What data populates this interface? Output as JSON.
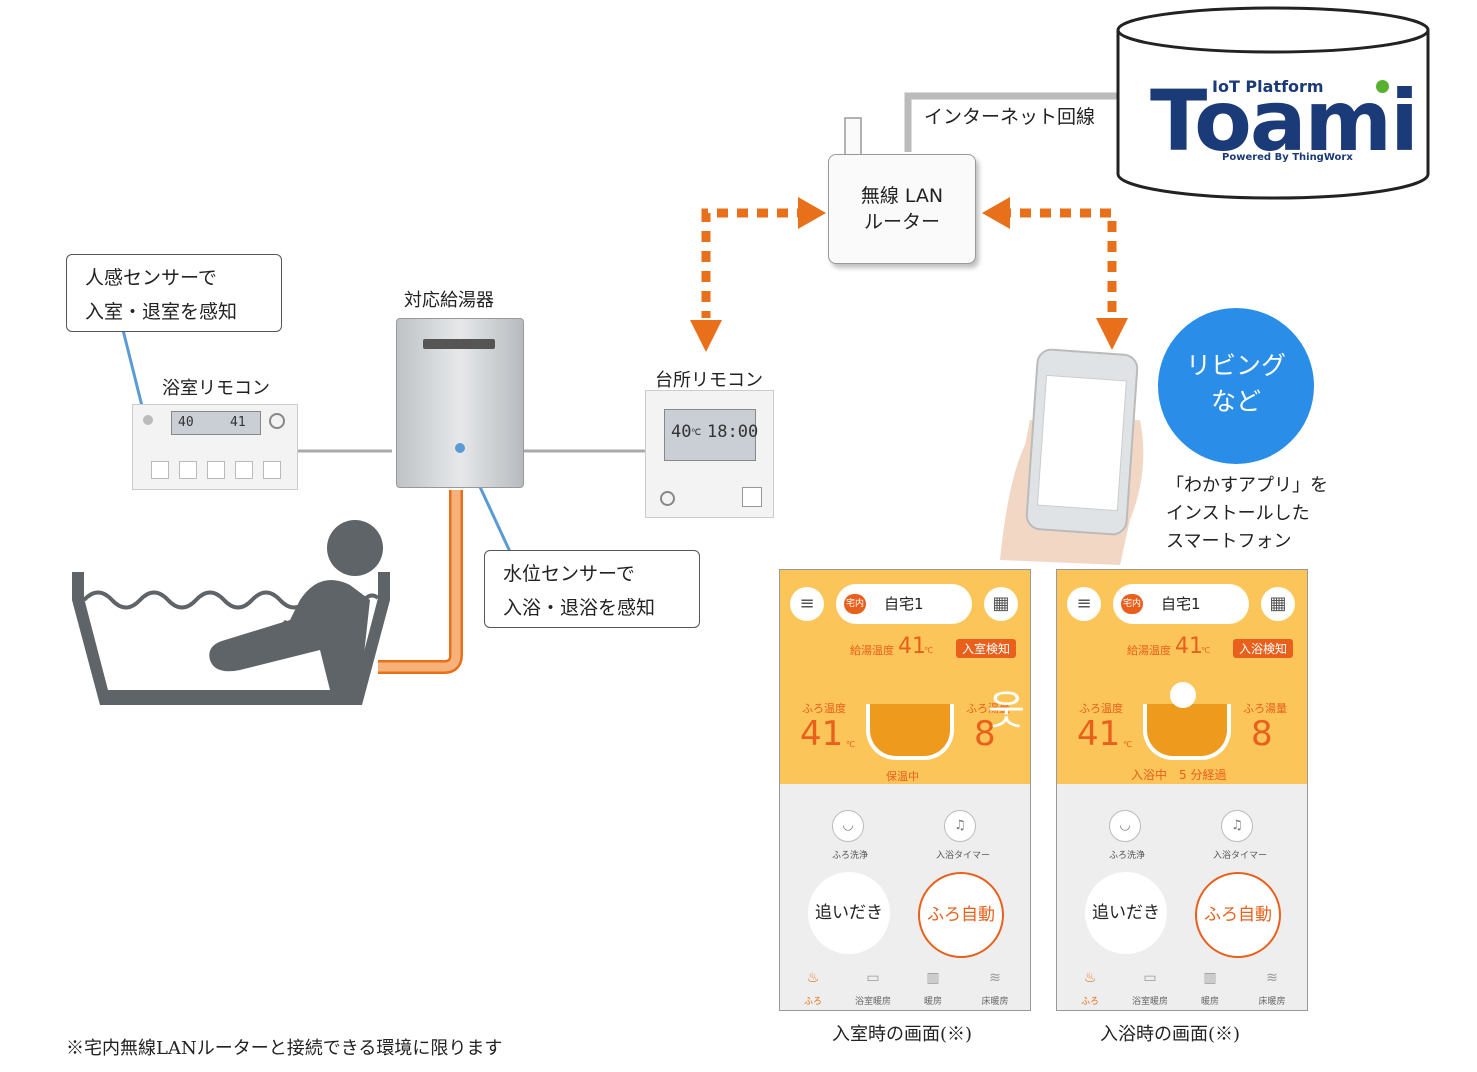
{
  "cloud": {
    "label": "インターネット回線",
    "brand_top": "IoT Platform",
    "brand_name": "Toami",
    "brand_sub": "Powered By ThingWorx"
  },
  "router": {
    "line1": "無線 LAN",
    "line2": "ルーター"
  },
  "circle": {
    "line1": "リビング",
    "line2": "など"
  },
  "phone_caption": {
    "line1": "「わかすアプリ」を",
    "line2": "インストールした",
    "line3": "スマートフォン"
  },
  "callouts": {
    "human_sensor": {
      "line1": "人感センサーで",
      "line2": "入室・退室を感知"
    },
    "water_sensor": {
      "line1": "水位センサーで",
      "line2": "入浴・退浴を感知"
    }
  },
  "labels": {
    "bath_remote": "浴室リモコン",
    "heater": "対応給湯器",
    "kitchen_remote": "台所リモコン"
  },
  "bath_lcd": {
    "left": "40",
    "right": "41"
  },
  "kitchen_lcd": {
    "temp": "40",
    "unit": "℃",
    "time": "18:00"
  },
  "screens": [
    {
      "tag": "宅内",
      "home": "自宅1",
      "supply_label": "給湯温度",
      "supply_temp": "41",
      "unit": "℃",
      "badge": "入室検知",
      "bath_temp_label": "ふろ温度",
      "bath_temp": "41",
      "bath_level_label": "ふろ湯量",
      "bath_level": "8",
      "status": "保温中",
      "icon1_label": "ふろ洗浄",
      "icon2_label": "入浴タイマー",
      "btn_reheat": "追いだき",
      "btn_auto": "ふろ自動",
      "tabs": [
        "ふろ",
        "浴室暖房",
        "暖房",
        "床暖房"
      ],
      "caption": "入室時の画面(※)"
    },
    {
      "tag": "宅内",
      "home": "自宅1",
      "supply_label": "給湯温度",
      "supply_temp": "41",
      "unit": "℃",
      "badge": "入浴検知",
      "bath_temp_label": "ふろ温度",
      "bath_temp": "41",
      "bath_level_label": "ふろ湯量",
      "bath_level": "8",
      "status": "入浴中　5 分経過",
      "icon1_label": "ふろ洗浄",
      "icon2_label": "入浴タイマー",
      "btn_reheat": "追いだき",
      "btn_auto": "ふろ自動",
      "tabs": [
        "ふろ",
        "浴室暖房",
        "暖房",
        "床暖房"
      ],
      "caption": "入浴時の画面(※)"
    }
  ],
  "footnote": "※宅内無線LANルーターと接続できる環境に限ります",
  "colors": {
    "orange": "#e8701a",
    "blue": "#2a8ee8",
    "toami_navy": "#1b3a78",
    "toami_dot": "#58b030",
    "gray_person": "#5f6468"
  }
}
